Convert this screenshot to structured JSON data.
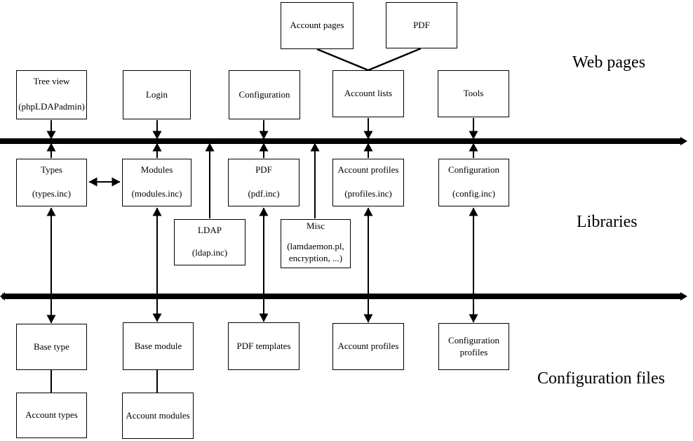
{
  "layer_labels": {
    "web_pages": "Web pages",
    "libraries": "Libraries",
    "configuration_files": "Configuration files"
  },
  "nodes": {
    "account_pages": {
      "title": "Account pages"
    },
    "pdf_page": {
      "title": "PDF"
    },
    "tree_view": {
      "title": "Tree view",
      "subtitle": "(phpLDAPadmin)"
    },
    "login": {
      "title": "Login"
    },
    "configuration_page": {
      "title": "Configuration"
    },
    "account_lists": {
      "title": "Account lists"
    },
    "tools": {
      "title": "Tools"
    },
    "types": {
      "title": "Types",
      "subtitle": "(types.inc)"
    },
    "modules": {
      "title": "Modules",
      "subtitle": "(modules.inc)"
    },
    "pdf_lib": {
      "title": "PDF",
      "subtitle": "(pdf.inc)"
    },
    "account_profiles_lib": {
      "title": "Account profiles",
      "subtitle": "(profiles.inc)"
    },
    "configuration_lib": {
      "title": "Configuration",
      "subtitle": "(config.inc)"
    },
    "ldap": {
      "title": "LDAP",
      "subtitle": "(ldap.inc)"
    },
    "misc": {
      "title": "Misc",
      "subtitle_line1": "(lamdaemon.pl,",
      "subtitle_line2": "encryption, ...)"
    },
    "base_type": {
      "title": "Base type"
    },
    "base_module": {
      "title": "Base module"
    },
    "pdf_templates": {
      "title": "PDF templates"
    },
    "account_profiles_file": {
      "title": "Account profiles"
    },
    "configuration_profiles": {
      "title_line1": "Configuration",
      "title_line2": "profiles"
    },
    "account_types": {
      "title": "Account types"
    },
    "account_modules": {
      "title": "Account modules"
    }
  },
  "colors": {
    "line": "#000000",
    "background": "#ffffff"
  }
}
